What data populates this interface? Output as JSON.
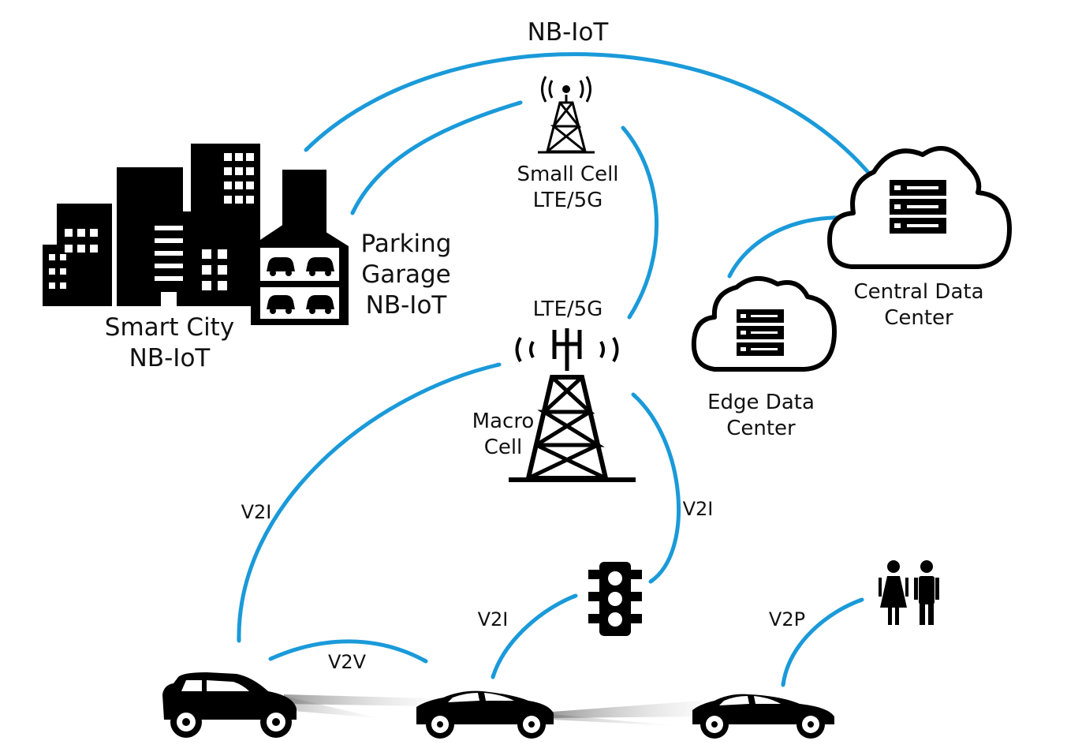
{
  "labels": {
    "nbiot_top": "NB-IoT",
    "small_cell_line1": "Small Cell",
    "small_cell_line2": "LTE/5G",
    "parking_line1": "Parking",
    "parking_line2": "Garage",
    "parking_line3": "NB-IoT",
    "smart_city_line1": "Smart City",
    "smart_city_line2": "NB-IoT",
    "central_dc_line1": "Central Data",
    "central_dc_line2": "Center",
    "edge_dc_line1": "Edge Data",
    "edge_dc_line2": "Center",
    "macro_top": "LTE/5G",
    "macro_line1": "Macro",
    "macro_line2": "Cell",
    "v2i_left": "V2I",
    "v2i_right": "V2I",
    "v2i_middle": "V2I",
    "v2v": "V2V",
    "v2p": "V2P"
  },
  "colors": {
    "arrow": "#1a9ad9",
    "icon": "#000000",
    "text": "#111111"
  },
  "icons": [
    "small-cell-tower-icon",
    "macro-cell-tower-icon",
    "city-buildings-icon",
    "parking-garage-icon",
    "central-data-center-icon",
    "edge-data-center-icon",
    "traffic-light-icon",
    "pedestrians-icon",
    "suv-car-icon",
    "sedan-car-icon",
    "coupe-car-icon"
  ]
}
